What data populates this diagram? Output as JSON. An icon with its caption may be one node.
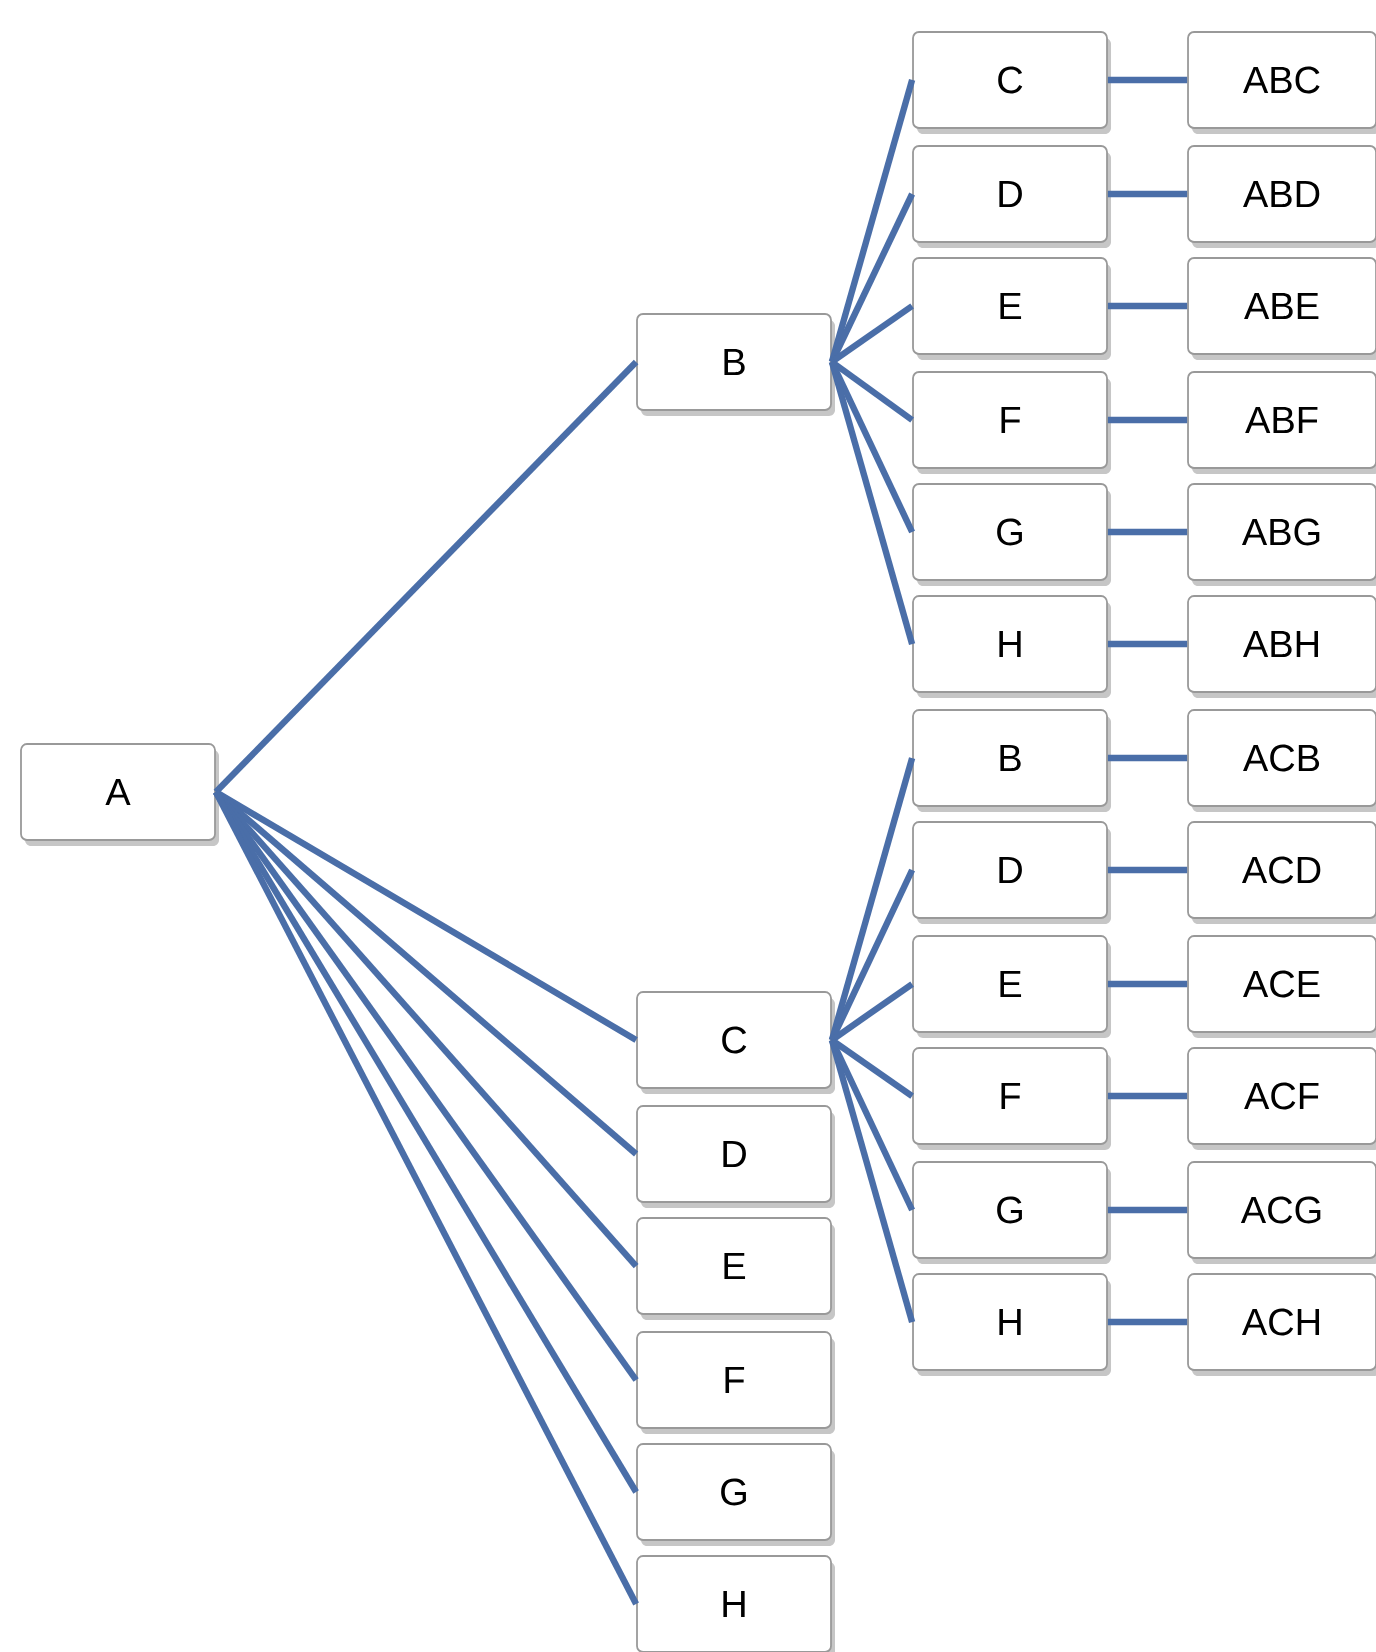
{
  "diagram": {
    "nodes": [
      {
        "text": [
          "A"
        ]
      },
      {
        "text": [
          "B"
        ]
      },
      {
        "text": [
          "C"
        ]
      },
      {
        "text": [
          "D"
        ]
      },
      {
        "text": [
          "E"
        ]
      },
      {
        "text": [
          "F"
        ]
      },
      {
        "text": [
          "G"
        ]
      },
      {
        "text": [
          "H"
        ]
      },
      {
        "text": [
          "C"
        ]
      },
      {
        "text": [
          "D"
        ]
      },
      {
        "text": [
          "E"
        ]
      },
      {
        "text": [
          "F"
        ]
      },
      {
        "text": [
          "G"
        ]
      },
      {
        "text": [
          "H"
        ]
      },
      {
        "text": [
          "B"
        ]
      },
      {
        "text": [
          "D"
        ]
      },
      {
        "text": [
          "E"
        ]
      },
      {
        "text": [
          "F"
        ]
      },
      {
        "text": [
          "G"
        ]
      },
      {
        "text": [
          "H"
        ]
      },
      {
        "text": [
          "ABC"
        ]
      },
      {
        "text": [
          "ABD"
        ]
      },
      {
        "text": [
          "ABE"
        ]
      },
      {
        "text": [
          "ABF"
        ]
      },
      {
        "text": [
          "ABG"
        ]
      },
      {
        "text": [
          "ABH"
        ]
      },
      {
        "text": [
          "ACB"
        ]
      },
      {
        "text": [
          "ACD"
        ]
      },
      {
        "text": [
          "ACE"
        ]
      },
      {
        "text": [
          "ACF"
        ]
      },
      {
        "text": [
          "ACG"
        ]
      },
      {
        "text": [
          "ACH"
        ]
      }
    ],
    "edges": [
      {
        "from": 0,
        "to": 1,
        "arrow": "none"
      },
      {
        "from": 0,
        "to": 2,
        "arrow": "none"
      },
      {
        "from": 0,
        "to": 3,
        "arrow": "none"
      },
      {
        "from": 0,
        "to": 4,
        "arrow": "none"
      },
      {
        "from": 0,
        "to": 5,
        "arrow": "none"
      },
      {
        "from": 0,
        "to": 6,
        "arrow": "none"
      },
      {
        "from": 0,
        "to": 7,
        "arrow": "none"
      },
      {
        "from": 1,
        "to": 8,
        "arrow": "none"
      },
      {
        "from": 1,
        "to": 9,
        "arrow": "none"
      },
      {
        "from": 1,
        "to": 10,
        "arrow": "none"
      },
      {
        "from": 1,
        "to": 11,
        "arrow": "none"
      },
      {
        "from": 1,
        "to": 12,
        "arrow": "none"
      },
      {
        "from": 1,
        "to": 13,
        "arrow": "none"
      },
      {
        "from": 2,
        "to": 14,
        "arrow": "none"
      },
      {
        "from": 2,
        "to": 15,
        "arrow": "none"
      },
      {
        "from": 2,
        "to": 16,
        "arrow": "none"
      },
      {
        "from": 2,
        "to": 17,
        "arrow": "none"
      },
      {
        "from": 2,
        "to": 18,
        "arrow": "none"
      },
      {
        "from": 2,
        "to": 19,
        "arrow": "none"
      },
      {
        "from": 8,
        "to": 20,
        "arrow": "none"
      },
      {
        "from": 9,
        "to": 21,
        "arrow": "none"
      },
      {
        "from": 10,
        "to": 22,
        "arrow": "none"
      },
      {
        "from": 11,
        "to": 23,
        "arrow": "none"
      },
      {
        "from": 12,
        "to": 24,
        "arrow": "none"
      },
      {
        "from": 13,
        "to": 25,
        "arrow": "none"
      },
      {
        "from": 14,
        "to": 26,
        "arrow": "none"
      },
      {
        "from": 15,
        "to": 27,
        "arrow": "none"
      },
      {
        "from": 16,
        "to": 28,
        "arrow": "none"
      },
      {
        "from": 17,
        "to": 29,
        "arrow": "none"
      },
      {
        "from": 18,
        "to": 30,
        "arrow": "none"
      },
      {
        "from": 19,
        "to": 31,
        "arrow": "none"
      }
    ]
  }
}
